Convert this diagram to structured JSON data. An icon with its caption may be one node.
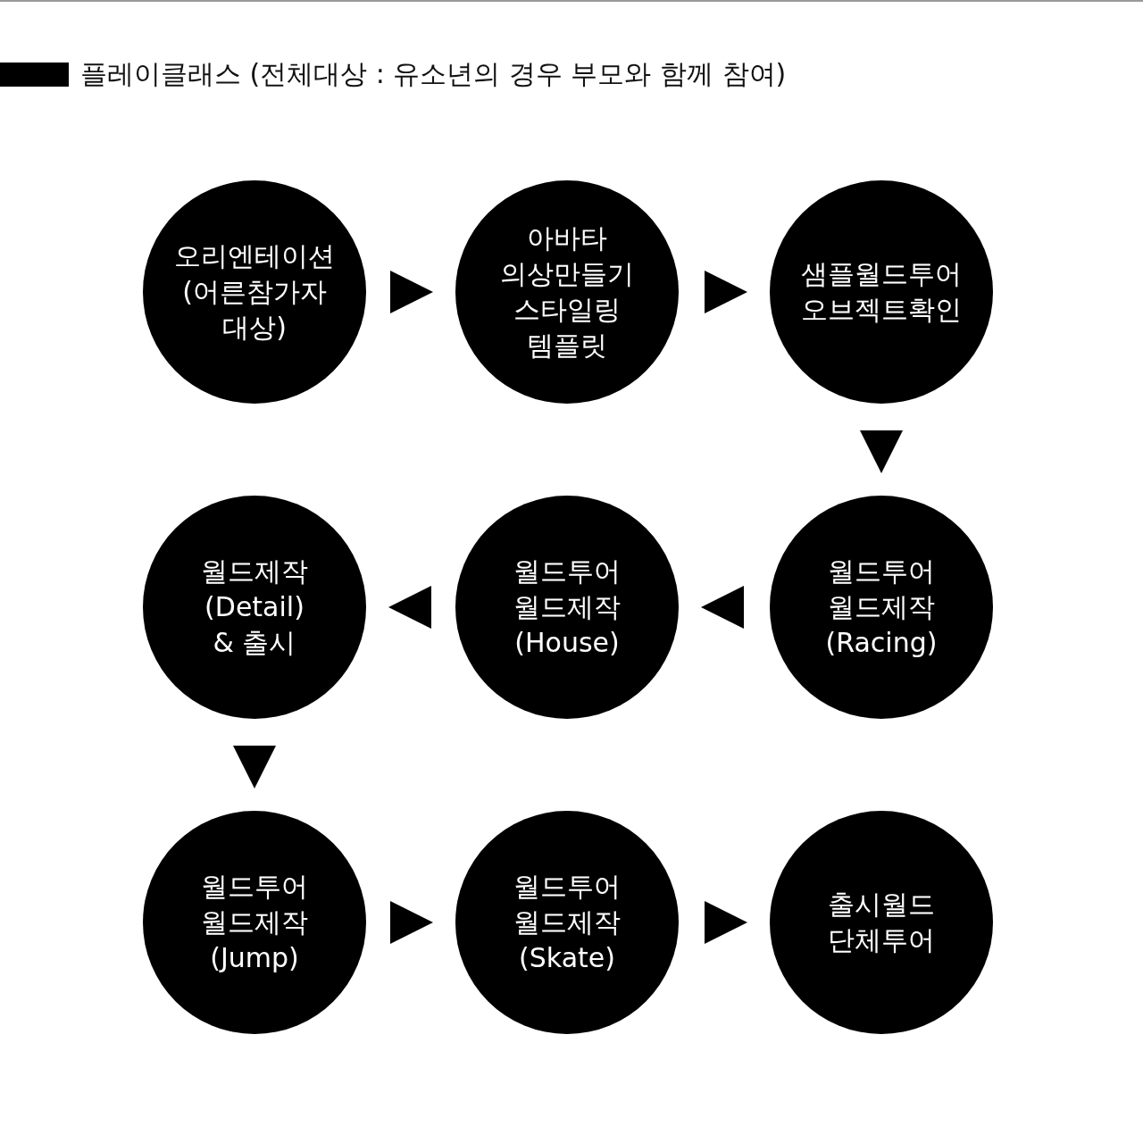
{
  "diagram": {
    "title": "플레이클래스 (전체대상 : 유소년의 경우 부모와 함께 참여)",
    "nodes": [
      {
        "text": [
          "오리엔테이션 (어른참가자 대상)"
        ]
      },
      {
        "text": [
          "아바타 의상만들기 스타일링 템플릿"
        ]
      },
      {
        "text": [
          "샘플월드투어 오브젝트확인"
        ]
      },
      {
        "text": [
          "월드제작 (Detail) & 출시"
        ]
      },
      {
        "text": [
          "월드투어 월드제작 (House)"
        ]
      },
      {
        "text": [
          "월드투어 월드제작 (Racing)"
        ]
      },
      {
        "text": [
          "월드투어 월드제작 (Jump)"
        ]
      },
      {
        "text": [
          "월드투어 월드제작 (Skate)"
        ]
      },
      {
        "text": [
          "출시월드 단체투어"
        ]
      }
    ],
    "edges": [
      {
        "from": 0,
        "to": 1,
        "arrow": "to"
      },
      {
        "from": 1,
        "to": 2,
        "arrow": "to"
      },
      {
        "from": 2,
        "to": 5,
        "arrow": "to"
      },
      {
        "from": 5,
        "to": 4,
        "arrow": "to"
      },
      {
        "from": 4,
        "to": 3,
        "arrow": "to"
      },
      {
        "from": 3,
        "to": 6,
        "arrow": "to"
      },
      {
        "from": 6,
        "to": 7,
        "arrow": "to"
      },
      {
        "from": 7,
        "to": 8,
        "arrow": "to"
      }
    ]
  }
}
